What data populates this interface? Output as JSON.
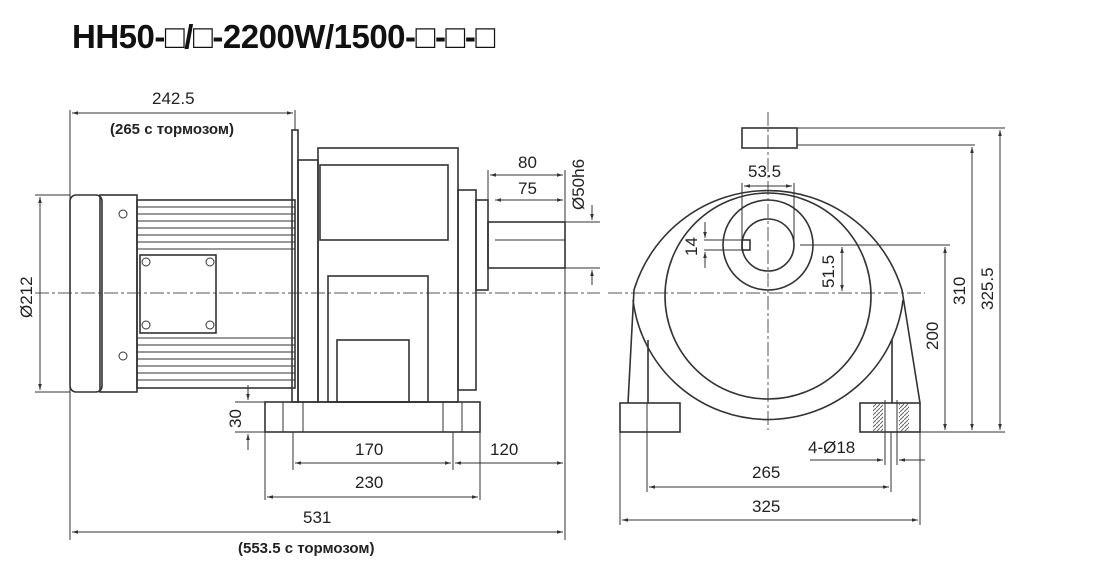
{
  "title": "HH50-□/□-2200W/1500-□-□-□",
  "side_view": {
    "motor_length": "242.5",
    "motor_length_brake": "(265 с тормозом)",
    "motor_diameter": "Ø212",
    "shaft_length_80": "80",
    "shaft_length_75": "75",
    "shaft_diameter": "Ø50h6",
    "base_height": "30",
    "feet_spacing": "170",
    "shaft_offset": "120",
    "base_length": "230",
    "total_length": "531",
    "total_length_brake": "(553.5 с тормозом)"
  },
  "front_view": {
    "key_offset": "53.5",
    "key_width": "14",
    "shaft_height_offset": "51.5",
    "center_height": "200",
    "shaft_height": "310",
    "total_height": "325.5",
    "mounting_holes": "4-Ø18",
    "holes_spacing": "265",
    "base_width": "325"
  }
}
